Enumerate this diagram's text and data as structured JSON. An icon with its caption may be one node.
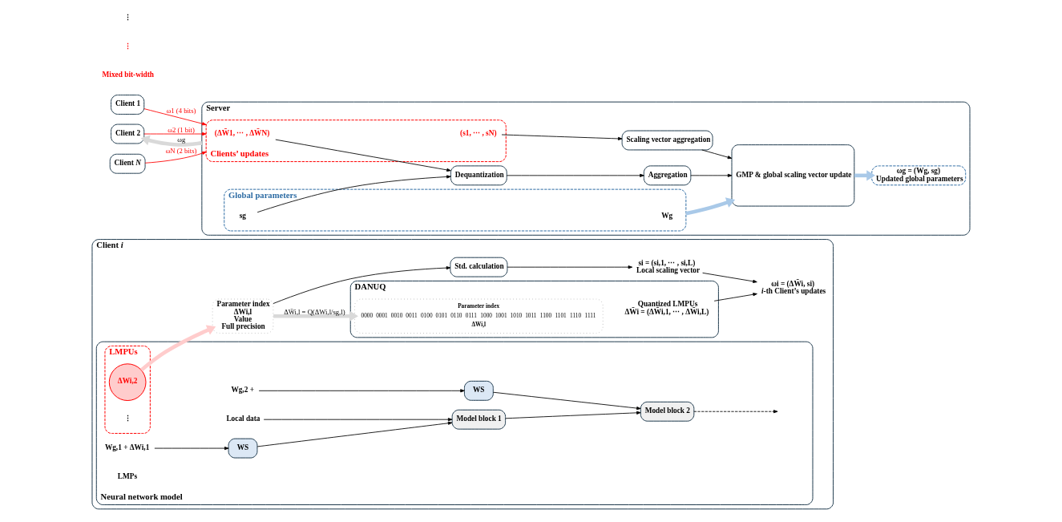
{
  "diagram": {
    "nodes": [
      {
        "text": [
          "Client *i*"
        ]
      },
      {
        "text": [
          "Neural network model"
        ],
        "in": 0
      },
      {
        "text": [
          "Model block 2"
        ],
        "in": 1
      },
      {
        "text": [
          "WS"
        ],
        "in": 1
      },
      {
        "text": [
          "Model block 1"
        ],
        "in": 1
      },
      {
        "text": [
          "WS"
        ],
        "in": 1
      },
      {
        "text": [
          "Local data"
        ],
        "in": 1
      },
      {
        "text": [
          "LMPUs"
        ],
        "in": 1
      },
      {
        "text": [
          "Wg,2 +"
        ],
        "in": 1
      },
      {
        "text": [
          "ΔWi,2"
        ],
        "in": 7
      },
      {
        "text": [
          "Wg,1 + ΔWi,1"
        ],
        "in": 1
      },
      {
        "text": [
          "Parameter index",
          "ΔWi,l",
          "Value",
          "Full precision"
        ],
        "in": 0
      },
      {
        "text": [
          "DANUQ"
        ],
        "in": 0
      },
      {
        "text": [
          "Parameter index",
          "0000",
          "0001",
          "0010",
          "0011",
          "0100",
          "0101",
          "0110",
          "0111",
          "1000",
          "1001",
          "1010",
          "1011",
          "1100",
          "1101",
          "1110",
          "1111",
          "ΔW̄i,l"
        ],
        "in": 12
      },
      {
        "text": [
          "Quantized LMPUs",
          "ΔW̄i = (ΔW̄i,1, ⋯ , ΔW̄i,L)"
        ],
        "in": 12
      },
      {
        "text": [
          "Std. calculation"
        ],
        "in": 0
      },
      {
        "text": [
          "si = (si,1, ⋯ , si,L)",
          "Local scaling vector"
        ],
        "in": 0
      },
      {
        "text": [
          "ωi = (ΔW̄i, si)",
          "*i*-th Client’s updates"
        ],
        "in": 0
      },
      {
        "text": [
          "Client 1"
        ]
      },
      {
        "text": [
          "Client 2"
        ]
      },
      {
        "text": [
          "Client *N*"
        ]
      },
      {
        "text": [
          "Server"
        ]
      },
      {
        "text": [
          "Clients’ updates"
        ],
        "in": 21
      },
      {
        "text": [
          "(ΔW̄1, ⋯ , ΔW̄N)"
        ],
        "in": 22
      },
      {
        "text": [
          "(s1, ⋯ , sN)"
        ],
        "in": 22
      },
      {
        "text": [
          "Dequantization"
        ],
        "in": 21
      },
      {
        "text": [
          "Aggregation"
        ],
        "in": 21
      },
      {
        "text": [
          "Scaling vector aggregation"
        ],
        "in": 21
      },
      {
        "text": [
          "GMP & global scaling vector update"
        ],
        "in": 21
      },
      {
        "text": [
          "Global parameters"
        ],
        "in": 21
      },
      {
        "text": [
          "Wg"
        ],
        "in": 29
      },
      {
        "text": [
          "sg"
        ],
        "in": 29
      },
      {
        "text": [
          "ωg = (Wg, sg)",
          "Updated global parameters"
        ],
        "in": 21
      }
    ],
    "edges": [
      {
        "from": 6,
        "to": 4,
        "arrow": "to"
      },
      {
        "from": 4,
        "to": 2,
        "arrow": "to"
      },
      {
        "from": 5,
        "to": 4,
        "arrow": "to"
      },
      {
        "from": 3,
        "to": 2,
        "arrow": "to"
      },
      {
        "from": 2,
        "to": null,
        "arrow": "to",
        "style": "dashed"
      },
      {
        "from": 8,
        "to": 3,
        "arrow": "to"
      },
      {
        "from": 10,
        "to": 5,
        "arrow": "to"
      },
      {
        "from": 9,
        "to": 11,
        "arrow": "to",
        "style": "thick",
        "color": "#ffcccc"
      },
      {
        "from": 11,
        "to": 13,
        "arrow": "to",
        "style": "thick",
        "color": "#d9d9d9",
        "label": "ΔW̄i,l = Q(ΔWi,l/sg,l)"
      },
      {
        "from": 11,
        "to": 15,
        "arrow": "to"
      },
      {
        "from": 15,
        "to": 16,
        "arrow": "to"
      },
      {
        "from": 16,
        "to": 17,
        "arrow": "to"
      },
      {
        "from": 14,
        "to": 17,
        "arrow": "to"
      },
      {
        "from": 18,
        "to": 22,
        "arrow": "to",
        "color": "#ff0000",
        "label": "ω1 (4 bits)"
      },
      {
        "from": 19,
        "to": 22,
        "arrow": "to",
        "color": "#ff0000",
        "label": "ω2 (1 bit)"
      },
      {
        "from": 20,
        "to": 22,
        "arrow": "to",
        "color": "#ff0000",
        "label": "ωN (2 bits)"
      },
      {
        "from": 21,
        "to": 19,
        "arrow": "to",
        "style": "thick",
        "color": "#d9d9d9",
        "label": "ωg"
      },
      {
        "from": 23,
        "to": 25,
        "arrow": "to"
      },
      {
        "from": 25,
        "to": 26,
        "arrow": "to"
      },
      {
        "from": 26,
        "to": 28,
        "arrow": "to"
      },
      {
        "from": 24,
        "to": 27,
        "arrow": "to"
      },
      {
        "from": 27,
        "to": 28,
        "arrow": "to"
      },
      {
        "from": 31,
        "to": 25,
        "arrow": "to"
      },
      {
        "from": 29,
        "to": 28,
        "arrow": "to",
        "style": "thick",
        "color": "#a9c9e8"
      },
      {
        "from": 28,
        "to": 32,
        "arrow": "to",
        "style": "thick",
        "color": "#a9c9e8"
      }
    ],
    "labels": [
      "⋮",
      "LMPs",
      "Mixed bit-width",
      "⋮",
      "⋮"
    ]
  }
}
